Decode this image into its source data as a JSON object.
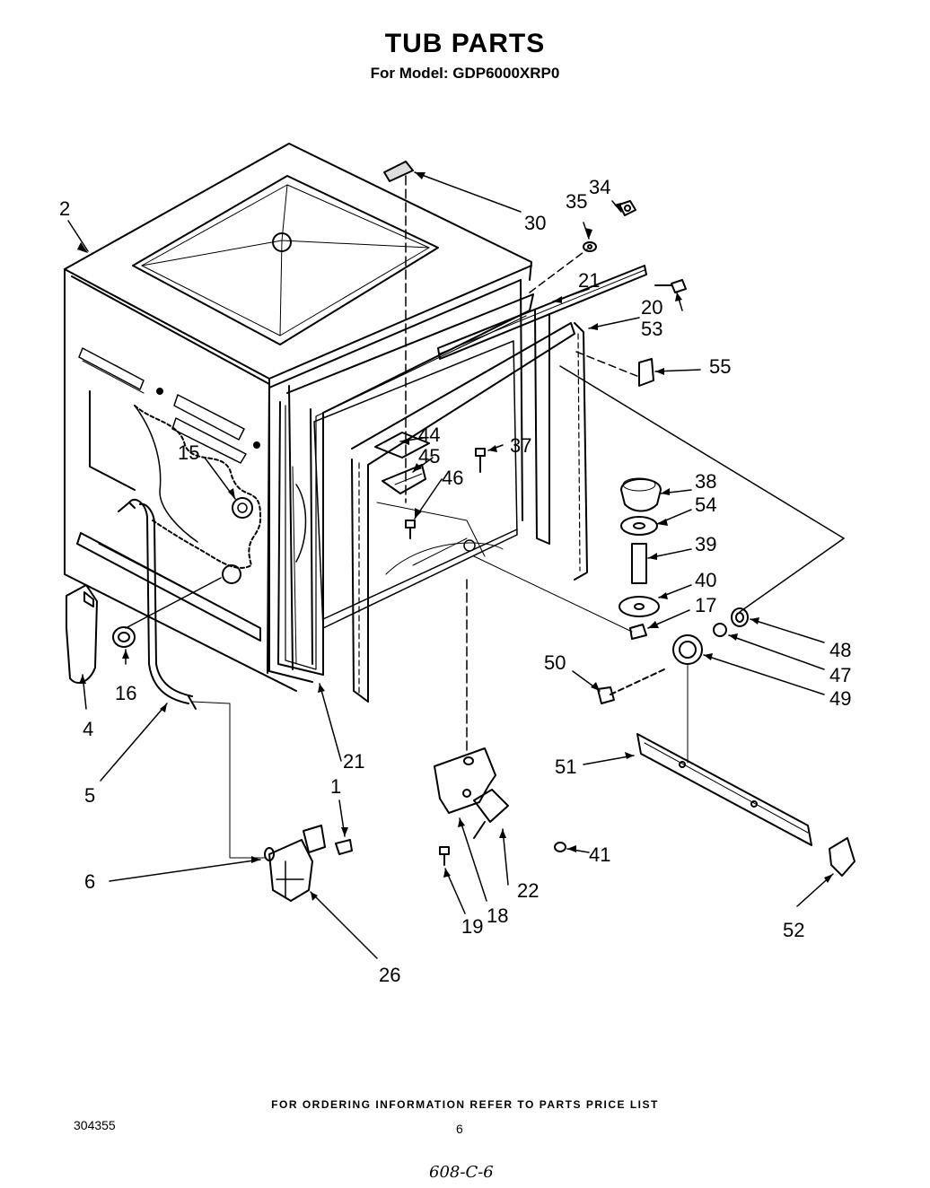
{
  "header": {
    "title": "TUB PARTS",
    "subtitle": "For Model: GDP6000XRP0"
  },
  "callouts": [
    "2",
    "30",
    "34",
    "35",
    "21",
    "20",
    "53",
    "55",
    "44",
    "45",
    "37",
    "46",
    "15",
    "38",
    "54",
    "39",
    "40",
    "17",
    "48",
    "47",
    "49",
    "50",
    "16",
    "4",
    "5",
    "21",
    "51",
    "1",
    "6",
    "22",
    "41",
    "19",
    "18",
    "52",
    "26"
  ],
  "footer": {
    "ordering_note": "FOR ORDERING INFORMATION REFER TO PARTS PRICE LIST",
    "doc_number": "304355",
    "page_number": "6",
    "handwritten_ref": "608-C-6"
  }
}
